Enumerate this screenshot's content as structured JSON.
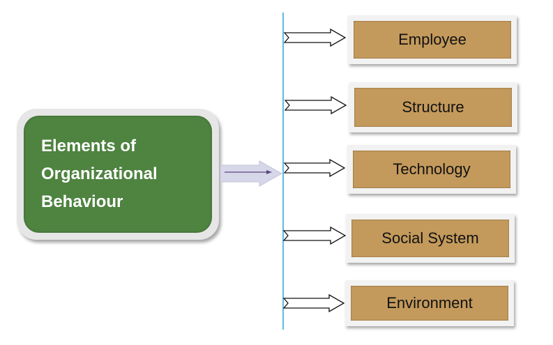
{
  "diagram": {
    "title_lines": [
      "Elements of",
      "Organizational",
      "Behaviour"
    ],
    "elements": [
      {
        "label": "Employee"
      },
      {
        "label": "Structure"
      },
      {
        "label": "Technology"
      },
      {
        "label": "Social System"
      },
      {
        "label": "Environment"
      }
    ],
    "colors": {
      "main_box_fill": "#4e8340",
      "element_fill": "#c49a5c",
      "spine_line": "#2ba4d8"
    }
  }
}
